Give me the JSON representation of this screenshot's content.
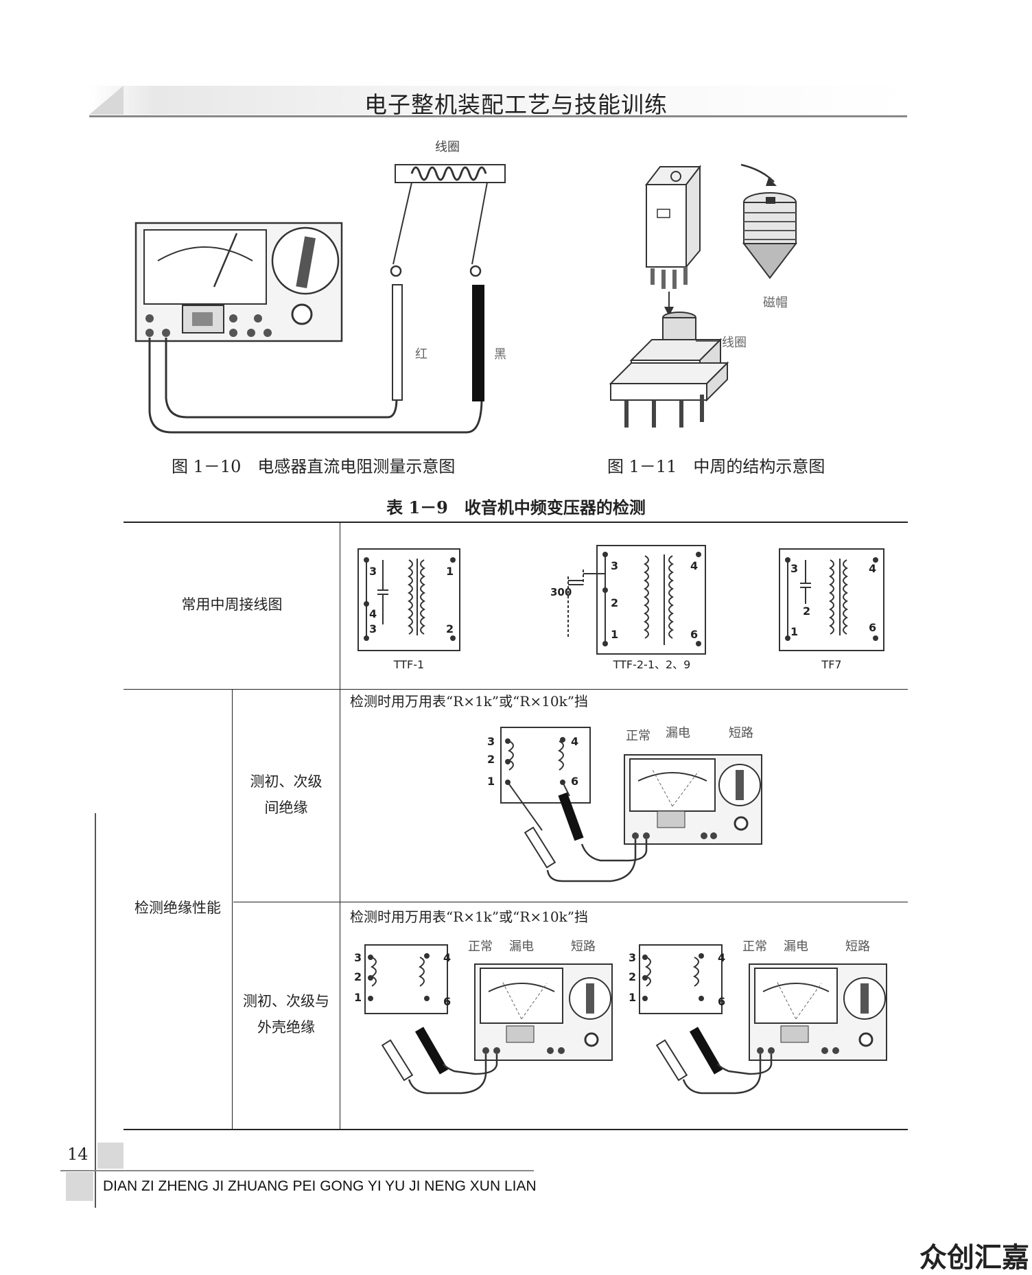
{
  "header": {
    "title": "电子整机装配工艺与技能训练"
  },
  "figure_1_10": {
    "caption": "图 1－10　电感器直流电阻测量示意图",
    "label_coil": "线圈",
    "label_red": "红",
    "label_black": "黑"
  },
  "figure_1_11": {
    "caption": "图 1－11　中周的结构示意图",
    "label_cap": "磁帽",
    "label_coil": "线圈"
  },
  "table": {
    "title": "表 1－9　收音机中频变压器的检测",
    "row1_label": "常用中周接线图",
    "diagram_labels": [
      "TTF-1",
      "TTF-2-1、2、9",
      "TF7"
    ],
    "cap_value": "300",
    "group_label": "检测绝缘性能",
    "row2_label_line1": "测初、次级",
    "row2_label_line2": "间绝缘",
    "row3_label_line1": "测初、次级与",
    "row3_label_line2": "外壳绝缘",
    "row2_note": "检测时用万用表“R×1k”或“R×10k”挡",
    "row3_note": "检测时用万用表“R×1k”或“R×10k”挡",
    "meter_labels": {
      "normal": "正常",
      "leak": "漏电",
      "short": "短路"
    },
    "pin_labels": [
      "3",
      "2",
      "1",
      "4",
      "6"
    ]
  },
  "footer": {
    "page_number": "14",
    "pinyin": "DIAN ZI ZHENG JI ZHUANG PEI GONG YI YU JI NENG XUN LIAN"
  },
  "watermark": "众创汇嘉"
}
